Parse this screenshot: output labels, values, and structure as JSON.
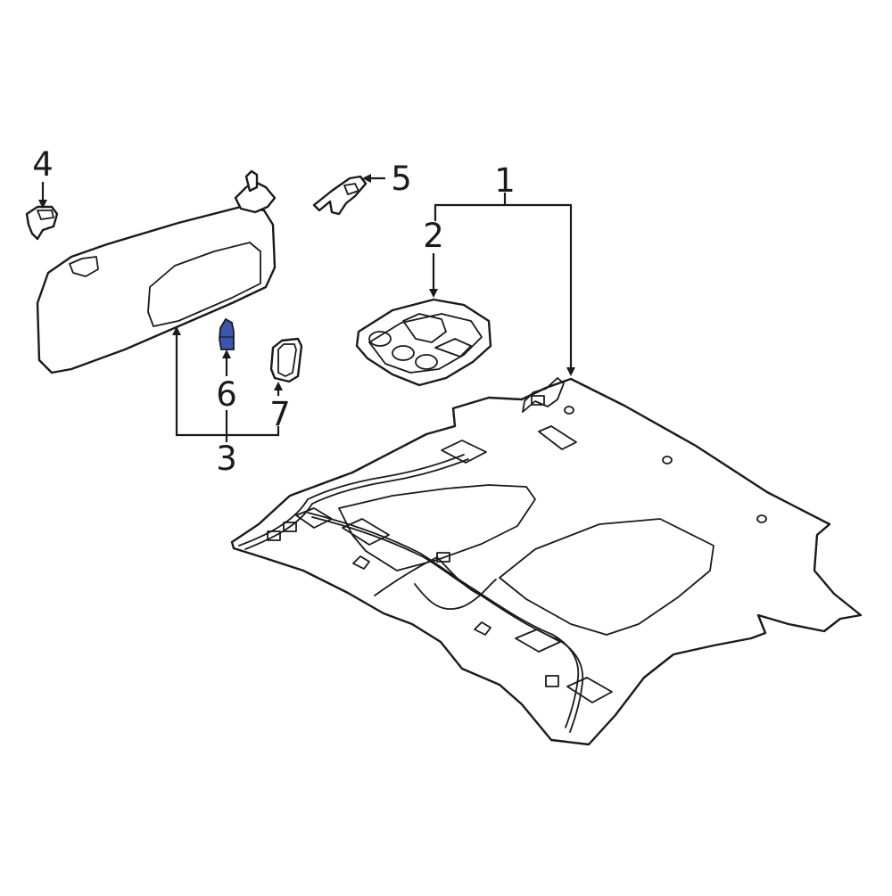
{
  "callouts": [
    {
      "id": "1",
      "label": "1"
    },
    {
      "id": "2",
      "label": "2"
    },
    {
      "id": "3",
      "label": "3"
    },
    {
      "id": "4",
      "label": "4"
    },
    {
      "id": "5",
      "label": "5"
    },
    {
      "id": "6",
      "label": "6"
    },
    {
      "id": "7",
      "label": "7"
    }
  ],
  "colors": {
    "line": "#1a1a1a",
    "background": "#ffffff",
    "highlight_part": "#3a56b0"
  }
}
